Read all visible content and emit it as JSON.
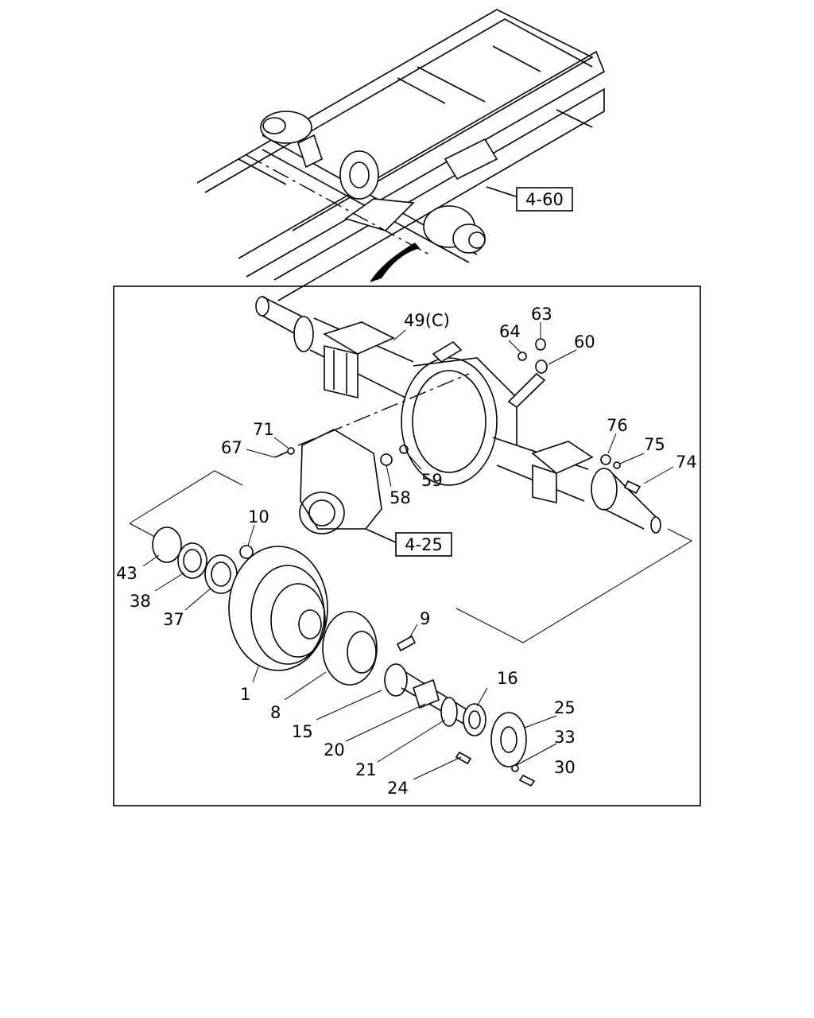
{
  "diagram": {
    "reference_boxes": [
      {
        "id": "ref-4-60",
        "text": "4-60"
      },
      {
        "id": "ref-4-25",
        "text": "4-25"
      }
    ],
    "part_labels": {
      "p49": "49(C)",
      "p63": "63",
      "p64": "64",
      "p60": "60",
      "p71": "71",
      "p67": "67",
      "p76": "76",
      "p75": "75",
      "p74": "74",
      "p58": "58",
      "p59": "59",
      "p10": "10",
      "p43": "43",
      "p38": "38",
      "p37": "37",
      "p9": "9",
      "p16": "16",
      "p1": "1",
      "p8": "8",
      "p25": "25",
      "p15": "15",
      "p33": "33",
      "p20": "20",
      "p30": "30",
      "p21": "21",
      "p24": "24"
    }
  }
}
